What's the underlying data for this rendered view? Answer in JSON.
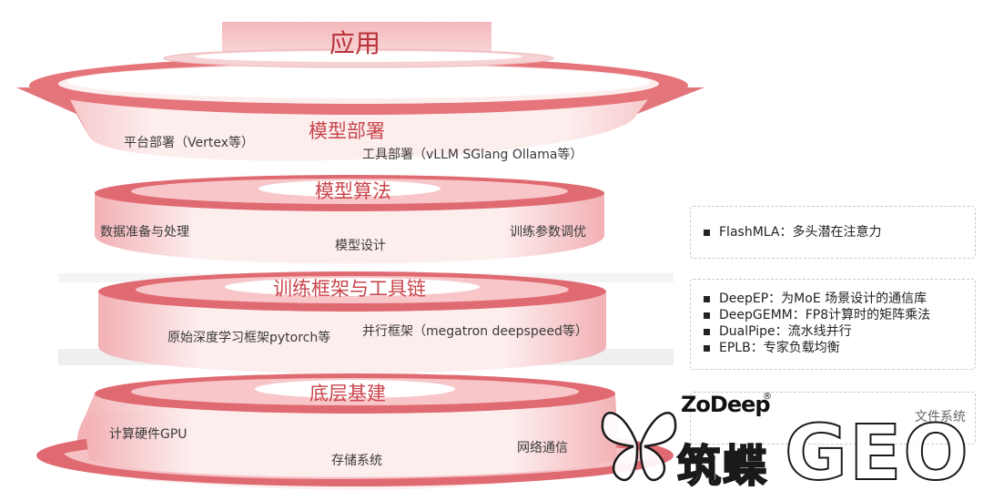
{
  "top": {
    "title": "应用"
  },
  "tiers": [
    {
      "title": "模型部署",
      "items": [
        "平台部署（Vertex等）",
        "工具部署（vLLM SGlang Ollama等）"
      ]
    },
    {
      "title": "模型算法",
      "items": [
        "数据准备与处理",
        "模型设计",
        "训练参数调优"
      ]
    },
    {
      "title": "训练框架与工具链",
      "items": [
        "原始深度学习框架pytorch等",
        "并行框架（megatron deepspeed等）"
      ]
    },
    {
      "title": "底层基建",
      "items": [
        "计算硬件GPU",
        "存储系统",
        "网络通信"
      ]
    }
  ],
  "panels": [
    {
      "items": [
        "FlashMLA：多头潜在注意力"
      ]
    },
    {
      "items": [
        "DeepEP：为MoE 场景设计的通信库",
        "DeepGEMM：FP8计算时的矩阵乘法",
        "DualPipe：流水线并行",
        "EPLB：专家负载均衡"
      ]
    },
    {
      "items": [
        "文件系统"
      ]
    }
  ],
  "watermark": {
    "brand": "ZoDeep",
    "cn": "筑蝶",
    "geo": "GEO",
    "reg": "®"
  },
  "colors": {
    "accent": "#e06a72",
    "title": "#c9454c",
    "ring_light": "#fbe4e6"
  }
}
